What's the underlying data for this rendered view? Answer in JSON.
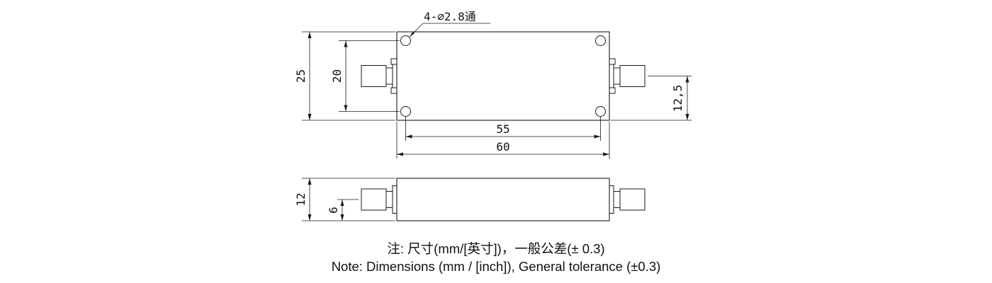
{
  "drawing": {
    "callout_holes": "4-∅2.8通",
    "dims": {
      "overall_height": "25",
      "hole_spacing_vertical": "20",
      "connector_center_to_bottom": "12,5",
      "hole_spacing_horizontal": "55",
      "overall_length": "60",
      "side_overall_height": "12",
      "side_connector_center": "6"
    },
    "notes": {
      "line_cn": "注: 尺寸(mm/[英寸])，一般公差(± 0.3)",
      "line_en": "Note: Dimensions (mm / [inch]), General tolerance (±0.3)"
    }
  }
}
